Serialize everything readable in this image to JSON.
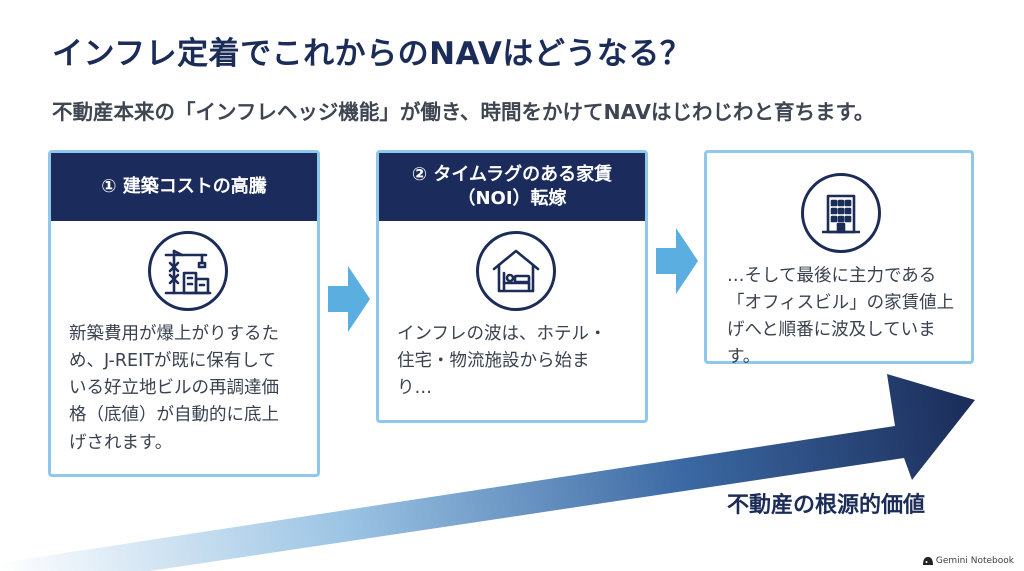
{
  "slide": {
    "title": "インフレ定着でこれからのNAVはどうなる？",
    "subtitle": "不動産本来の「インフレヘッジ機能」が働き、時間をかけてNAVはじわじわと育ちます。"
  },
  "cards": [
    {
      "header": "① 建築コストの高騰",
      "icon": "construction-crane-building-icon",
      "text": "新築費用が爆上がりするた\nめ、J-REITが既に保有して\nいる好立地ビルの再調達価\n格（底値）が自動的に底上\nげされます。"
    },
    {
      "header": "② タイムラグのある家賃\n（NOI）転嫁",
      "icon": "house-bed-icon",
      "text": "インフレの波は、ホテル・\n住宅・物流施設から始ま\nり…"
    },
    {
      "header": "",
      "icon": "office-building-icon",
      "text": "…そして最後に主力である\n「オフィスビル」の家賃値上\nげへと順番に波及しています。"
    }
  ],
  "big_arrow": {
    "label": "不動産の根源的価値",
    "colors": {
      "start": "#ffffff",
      "end": "#1b2c58"
    }
  },
  "credit": {
    "text": "Gemini Notebook",
    "icon": "notebook-logo-icon"
  },
  "colors": {
    "navy": "#1b2c58",
    "card_border": "#8ec8ea",
    "step_arrow": "#5aaee0"
  }
}
